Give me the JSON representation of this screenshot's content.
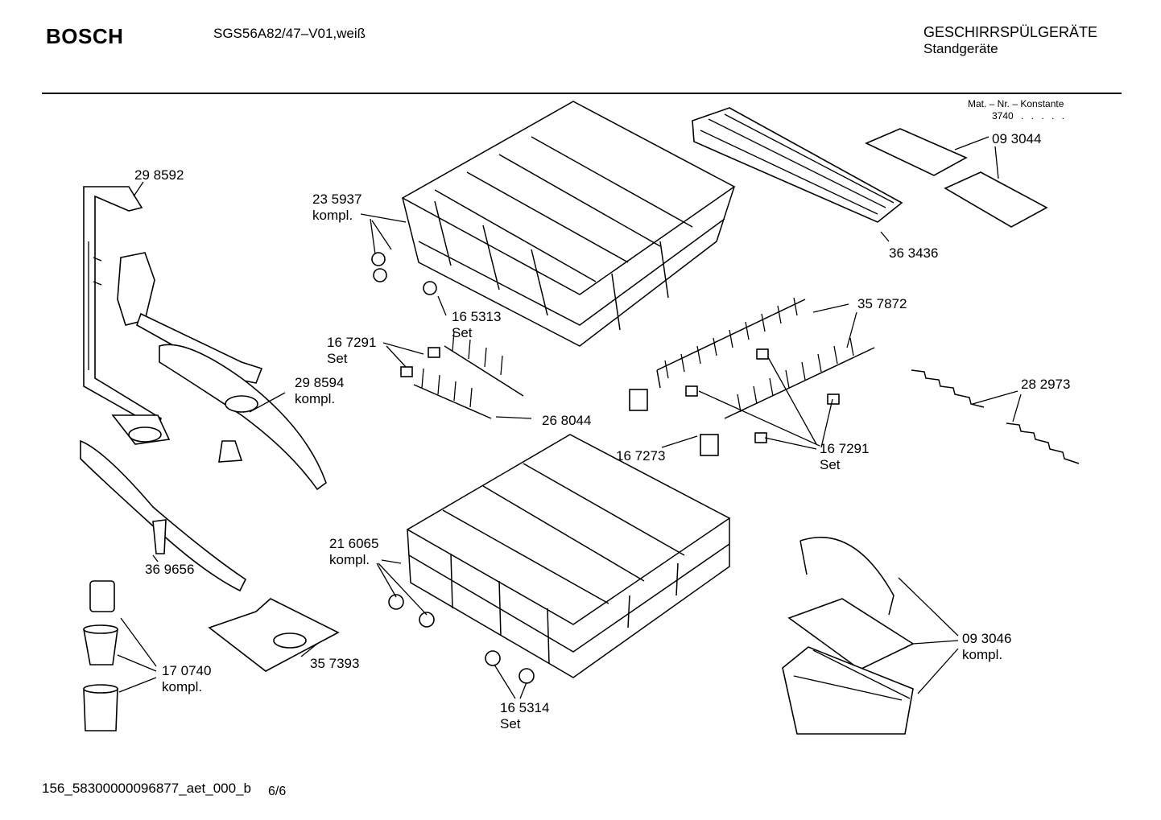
{
  "header": {
    "brand": "BOSCH",
    "model": "SGS56A82/47–V01,weiß",
    "category_line1": "GESCHIRRSPÜLGERÄTE",
    "category_line2": "Standgeräte",
    "mat_label": "Mat. – Nr. – Konstante",
    "mat_value": "3740",
    "mat_dots": ". . . . ."
  },
  "parts": [
    {
      "number": "29 8592",
      "note": ""
    },
    {
      "number": "23 5937",
      "note": "kompl."
    },
    {
      "number": "36 3436",
      "note": ""
    },
    {
      "number": "09 3044",
      "note": ""
    },
    {
      "number": "16 5313",
      "note": "Set"
    },
    {
      "number": "35 7872",
      "note": ""
    },
    {
      "number": "16 7291",
      "note": "Set"
    },
    {
      "number": "29 8594",
      "note": "kompl."
    },
    {
      "number": "26 8044",
      "note": ""
    },
    {
      "number": "28 2973",
      "note": ""
    },
    {
      "number": "16 7273",
      "note": ""
    },
    {
      "number": "16 7291",
      "note": "Set"
    },
    {
      "number": "21 6065",
      "note": "kompl."
    },
    {
      "number": "36 9656",
      "note": ""
    },
    {
      "number": "09 3046",
      "note": "kompl."
    },
    {
      "number": "35 7393",
      "note": ""
    },
    {
      "number": "17 0740",
      "note": "kompl."
    },
    {
      "number": "16 5314",
      "note": "Set"
    }
  ],
  "footer": {
    "doc_id": "156_58300000096877_aet_000_b",
    "page": "6/6"
  }
}
